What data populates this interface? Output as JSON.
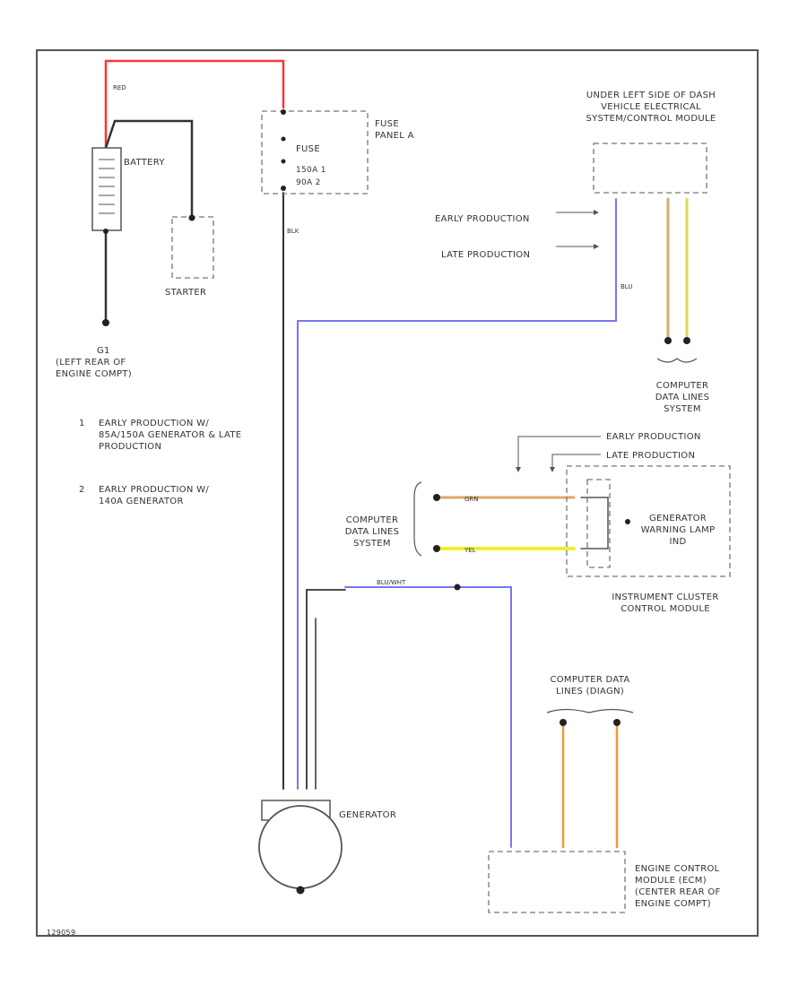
{
  "colors": {
    "red_wire": "#ff3333",
    "blue_wire": "#7777ee",
    "yellow_wire": "#eeee33",
    "orange_wire": "#ee9933",
    "tan_wire": "#ddaa66",
    "black_wire": "#333333",
    "frame": "#555555",
    "dashed_box": "#777777"
  },
  "components": {
    "battery": "BATTERY",
    "starter": "STARTER",
    "ground_g1": "G1",
    "ground_g1_location": "(LEFT REAR OF ENGINE COMPT)",
    "fuse_panel": "FUSE PANEL A",
    "fuse_label": "FUSE",
    "fuse_pins": [
      "150A  1",
      "90A  2"
    ],
    "bcm_location": "UNDER LEFT SIDE OF DASH VEHICLE ELECTRICAL SYSTEM/CONTROL MODULE",
    "generator": "GENERATOR",
    "ipc_module": "INSTRUMENT CLUSTER CONTROL MODULE",
    "warning_lamp": "GENERATOR WARNING LAMP IND",
    "ecm": "ENGINE CONTROL MODULE (ECM) (CENTER REAR OF ENGINE COMPT)"
  },
  "notes": [
    {
      "num": "1",
      "text": "EARLY PRODUCTION W/ 85A/150A GENERATOR & LATE PRODUCTION"
    },
    {
      "num": "2",
      "text": "EARLY PRODUCTION W/ 140A GENERATOR"
    }
  ],
  "production_labels": {
    "bcm_early": "EARLY PRODUCTION",
    "bcm_late": "LATE PRODUCTION",
    "ipc_early": "EARLY PRODUCTION",
    "ipc_late": "LATE PRODUCTION"
  },
  "data_lines": {
    "bcm": "COMPUTER DATA LINES SYSTEM",
    "ipc": "COMPUTER DATA LINES SYSTEM",
    "ecm": "COMPUTER DATA LINES (DIAGN)"
  },
  "wire_labels": {
    "blu_wht": "BLU/WHT",
    "yel": "YEL",
    "grn": "GRN",
    "blu": "BLU",
    "blk": "BLK",
    "red": "RED"
  },
  "footer_code": "129059"
}
